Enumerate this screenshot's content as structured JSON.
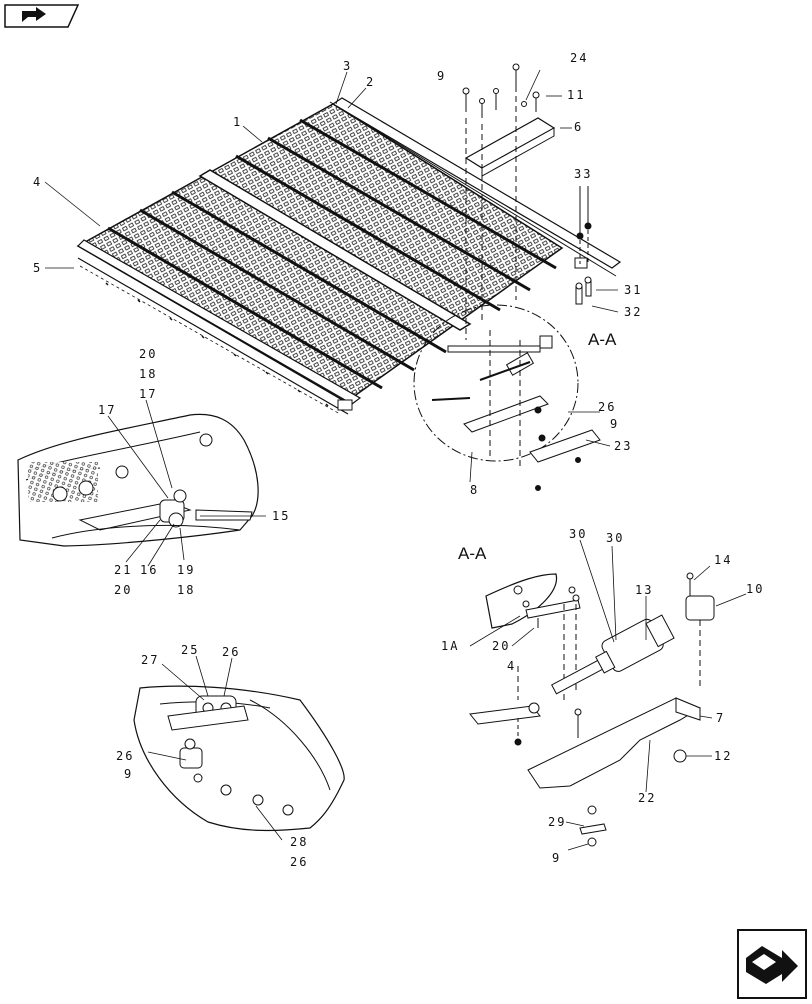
{
  "section_labels": {
    "main_detail": "A-A",
    "enlarged_detail": "A-A"
  },
  "callouts": {
    "c3": "3",
    "c2": "2",
    "c1": "1",
    "c4": "4",
    "c5": "5",
    "c9_top": "9",
    "c24": "24",
    "c11": "11",
    "c6": "6",
    "c33": "33",
    "c31": "31",
    "c32": "32",
    "c26_mid": "26",
    "c9_mid": "9",
    "c23": "23",
    "c8": "8",
    "c20_a": "20",
    "c18_a": "18",
    "c17_a": "17",
    "c17_b": "17",
    "c15": "15",
    "c21": "21",
    "c16": "16",
    "c19": "19",
    "c20_b": "20",
    "c18_b": "18",
    "c30_a": "30",
    "c30_b": "30",
    "c14": "14",
    "c10": "10",
    "c13": "13",
    "c1A": "1A",
    "c20_c": "20",
    "c4_b": "4",
    "c7": "7",
    "c12": "12",
    "c22": "22",
    "c29": "29",
    "c9_bot": "9",
    "c27": "27",
    "c25": "25",
    "c26_b": "26",
    "c26_c": "26",
    "c9_c": "9",
    "c28": "28",
    "c26_d": "26"
  },
  "icons": {
    "prev": "previous-page-arrow-icon",
    "next": "next-page-arrow-icon"
  },
  "colors": {
    "line": "#111111",
    "background": "#ffffff"
  }
}
